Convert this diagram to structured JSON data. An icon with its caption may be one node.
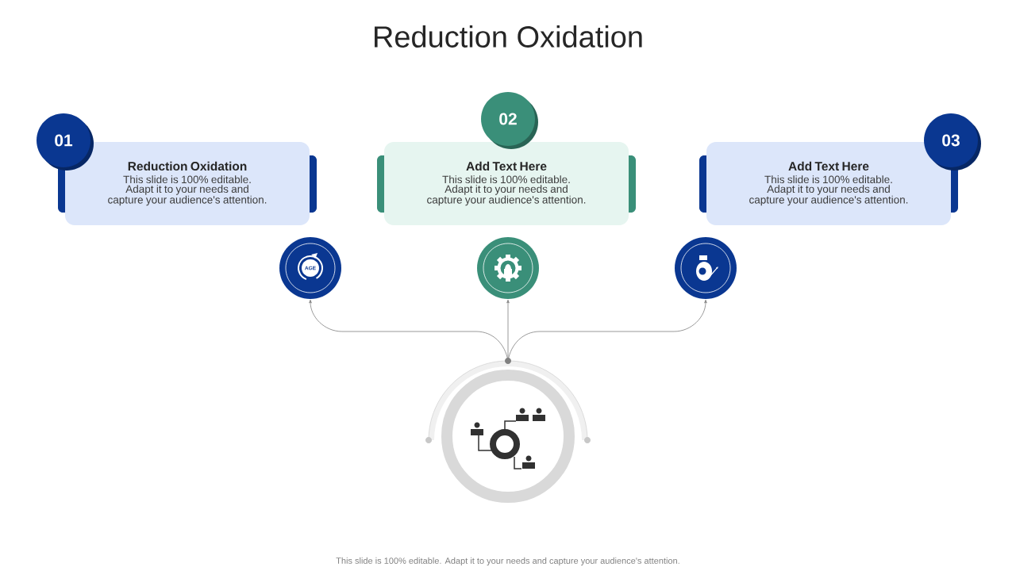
{
  "diagram": {
    "title": "Reduction Oxidation",
    "nodes": [
      {
        "text": [
          "Reduction Oxidation",
          "This slide is 100% editable. Adapt it to your needs and capture your audience's attention."
        ]
      },
      {
        "text": [
          "01"
        ]
      },
      {
        "text": [
          "Add Text Here",
          "This slide is 100% editable. Adapt it to your needs and capture your audience's attention."
        ]
      },
      {
        "text": [
          "02"
        ]
      },
      {
        "text": [
          "Add Text Here",
          "This slide is 100% editable. Adapt it to your needs and capture your audience's attention."
        ]
      },
      {
        "text": [
          "03"
        ]
      },
      {
        "text": [
          "AGE"
        ]
      },
      {
        "text": [],
        "shape": "circle"
      },
      {
        "text": [],
        "shape": "circle"
      },
      {
        "text": [],
        "shape": "circle"
      }
    ],
    "edges": [
      {
        "from": 9,
        "to": 6,
        "arrow": "to"
      },
      {
        "from": 9,
        "to": 7,
        "arrow": "to"
      },
      {
        "from": 9,
        "to": 8,
        "arrow": "to"
      }
    ],
    "labels": [
      "This slide is 100% editable. Adapt it to your needs and capture your audience's attention."
    ]
  }
}
